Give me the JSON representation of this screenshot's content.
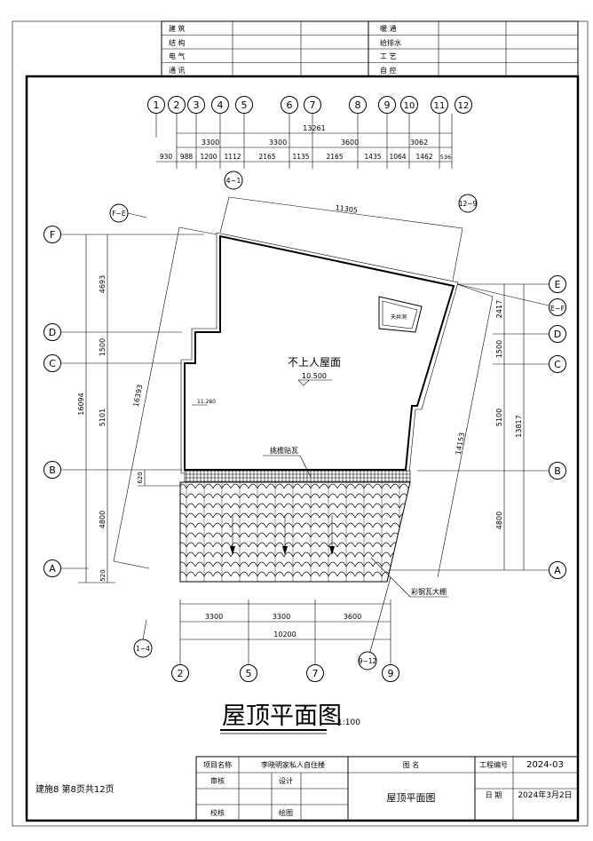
{
  "top_table": {
    "left_labels": [
      "建 筑",
      "结 构",
      "电 气",
      "通 讯"
    ],
    "right_labels": [
      "暖 通",
      "给排水",
      "工 艺",
      "自 控"
    ]
  },
  "axes_top": [
    "1",
    "2",
    "3",
    "4",
    "5",
    "6",
    "7",
    "8",
    "9",
    "10",
    "11",
    "12"
  ],
  "dims_top": {
    "overall": "13261",
    "row1": [
      "3300",
      "3300",
      "3600",
      "3062"
    ],
    "row2": [
      "930",
      "988",
      "1200",
      "1112",
      "2165",
      "1135",
      "2165",
      "1435",
      "1064",
      "1462",
      "536"
    ]
  },
  "axes_left": [
    "F",
    "D",
    "C",
    "B",
    "A"
  ],
  "axes_right": [
    "E",
    "E~F",
    "D",
    "C",
    "B",
    "A"
  ],
  "axes_bottom": [
    "2",
    "5",
    "7",
    "9"
  ],
  "dims_left": {
    "overall": "16094",
    "parts": [
      "4693",
      "1500",
      "5101",
      "4800",
      "520"
    ],
    "small": "620"
  },
  "dims_right": {
    "overall": "13817",
    "parts": [
      "2417",
      "1500",
      "5100",
      "4800"
    ]
  },
  "dims_bottom": {
    "parts": [
      "3300",
      "3300",
      "3600"
    ],
    "overall": "10200"
  },
  "dims_slant": {
    "top": "11305",
    "left": "16393",
    "right": "14153"
  },
  "bubbles_misc": {
    "b4_1": "4~1",
    "b12_9": "12~9",
    "bF_E": "F~E",
    "b1_4": "1~4",
    "b9_12": "9~12"
  },
  "labels": {
    "roof": "不上人屋面",
    "elevation": "10.500",
    "skylight": "天井洞",
    "tile_edge": "挑檐贴瓦",
    "canopy": "彩钢瓦大棚",
    "small_elev": "11.260"
  },
  "title": {
    "text": "屋顶平面图",
    "scale": "1:100"
  },
  "sheet_info": "建施8 第8页共12页",
  "title_block": {
    "project_label": "项目名称",
    "project_value": "李晓明家私人自住楼",
    "drawing_name_label": "图 名",
    "drawing_name": "屋顶平面图",
    "review_label": "审核",
    "design_label": "设计",
    "check_label": "校核",
    "draw_label": "绘图",
    "project_no_label": "工程编号",
    "project_no": "2024-03",
    "date_label": "日 期",
    "date": "2024年3月2日"
  }
}
